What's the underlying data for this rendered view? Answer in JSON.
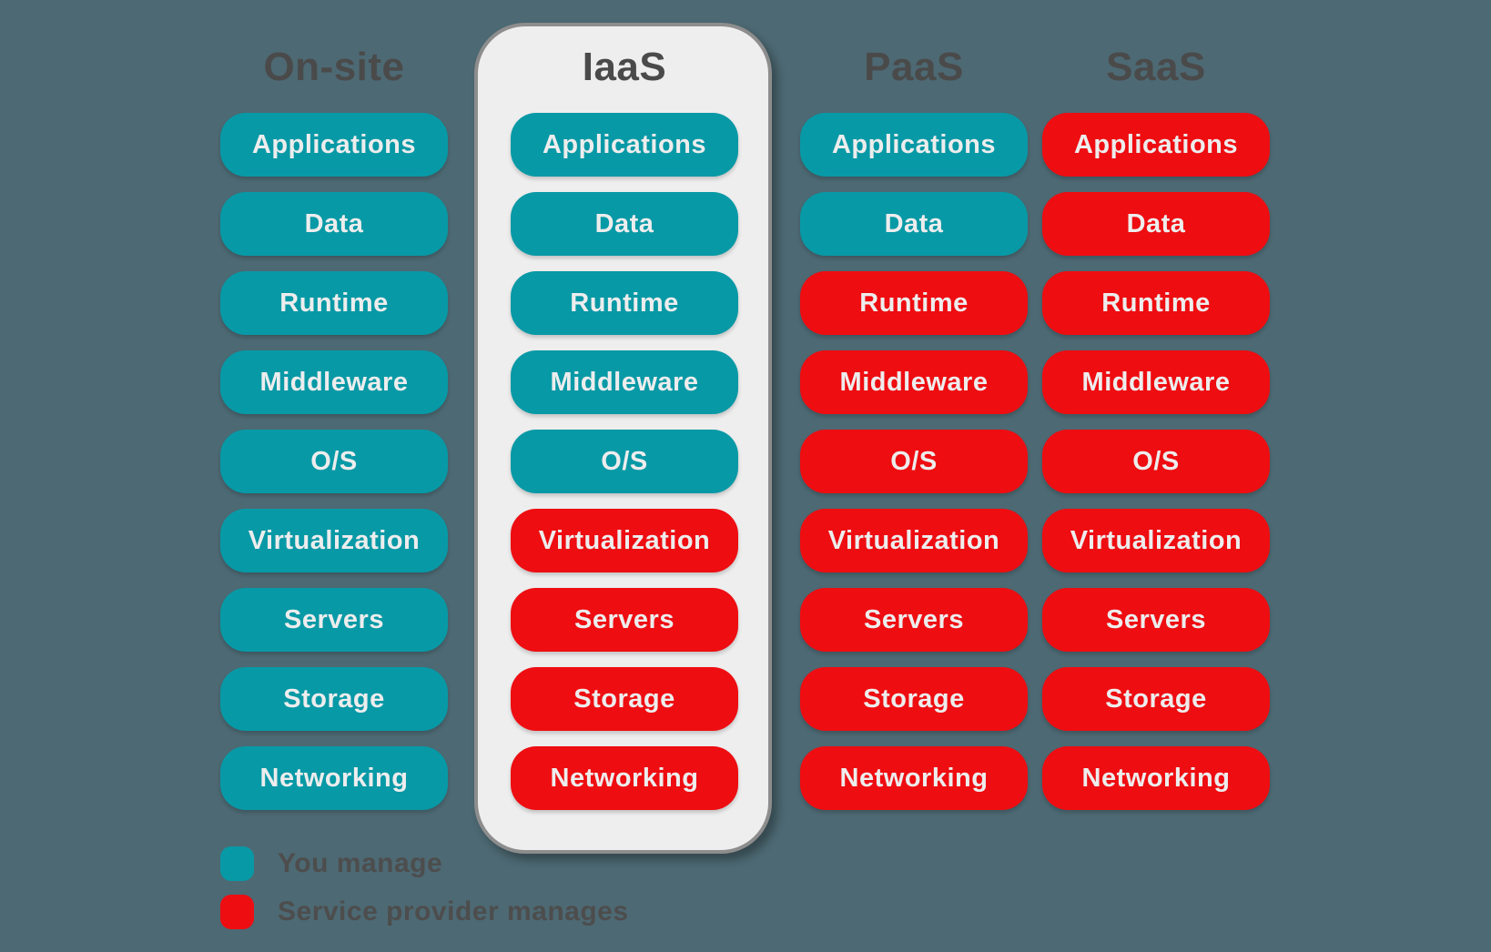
{
  "colors": {
    "background": "#4d6973",
    "you_manage": "#0899a6",
    "provider_manages": "#ee0d11",
    "panel_background": "#eeeeee",
    "panel_border": "#8d8d8d",
    "heading_text": "#4a4a4a",
    "box_text": "#ededed"
  },
  "columns": [
    {
      "title": "On-site",
      "highlighted": false,
      "layers": [
        {
          "label": "Applications",
          "managed_by": "you"
        },
        {
          "label": "Data",
          "managed_by": "you"
        },
        {
          "label": "Runtime",
          "managed_by": "you"
        },
        {
          "label": "Middleware",
          "managed_by": "you"
        },
        {
          "label": "O/S",
          "managed_by": "you"
        },
        {
          "label": "Virtualization",
          "managed_by": "you"
        },
        {
          "label": "Servers",
          "managed_by": "you"
        },
        {
          "label": "Storage",
          "managed_by": "you"
        },
        {
          "label": "Networking",
          "managed_by": "you"
        }
      ]
    },
    {
      "title": "IaaS",
      "highlighted": true,
      "layers": [
        {
          "label": "Applications",
          "managed_by": "you"
        },
        {
          "label": "Data",
          "managed_by": "you"
        },
        {
          "label": "Runtime",
          "managed_by": "you"
        },
        {
          "label": "Middleware",
          "managed_by": "you"
        },
        {
          "label": "O/S",
          "managed_by": "you"
        },
        {
          "label": "Virtualization",
          "managed_by": "provider"
        },
        {
          "label": "Servers",
          "managed_by": "provider"
        },
        {
          "label": "Storage",
          "managed_by": "provider"
        },
        {
          "label": "Networking",
          "managed_by": "provider"
        }
      ]
    },
    {
      "title": "PaaS",
      "highlighted": false,
      "layers": [
        {
          "label": "Applications",
          "managed_by": "you"
        },
        {
          "label": "Data",
          "managed_by": "you"
        },
        {
          "label": "Runtime",
          "managed_by": "provider"
        },
        {
          "label": "Middleware",
          "managed_by": "provider"
        },
        {
          "label": "O/S",
          "managed_by": "provider"
        },
        {
          "label": "Virtualization",
          "managed_by": "provider"
        },
        {
          "label": "Servers",
          "managed_by": "provider"
        },
        {
          "label": "Storage",
          "managed_by": "provider"
        },
        {
          "label": "Networking",
          "managed_by": "provider"
        }
      ]
    },
    {
      "title": "SaaS",
      "highlighted": false,
      "layers": [
        {
          "label": "Applications",
          "managed_by": "provider"
        },
        {
          "label": "Data",
          "managed_by": "provider"
        },
        {
          "label": "Runtime",
          "managed_by": "provider"
        },
        {
          "label": "Middleware",
          "managed_by": "provider"
        },
        {
          "label": "O/S",
          "managed_by": "provider"
        },
        {
          "label": "Virtualization",
          "managed_by": "provider"
        },
        {
          "label": "Servers",
          "managed_by": "provider"
        },
        {
          "label": "Storage",
          "managed_by": "provider"
        },
        {
          "label": "Networking",
          "managed_by": "provider"
        }
      ]
    }
  ],
  "legend": [
    {
      "label": "You manage",
      "color_key": "you_manage"
    },
    {
      "label": "Service provider manages",
      "color_key": "provider_manages"
    }
  ]
}
